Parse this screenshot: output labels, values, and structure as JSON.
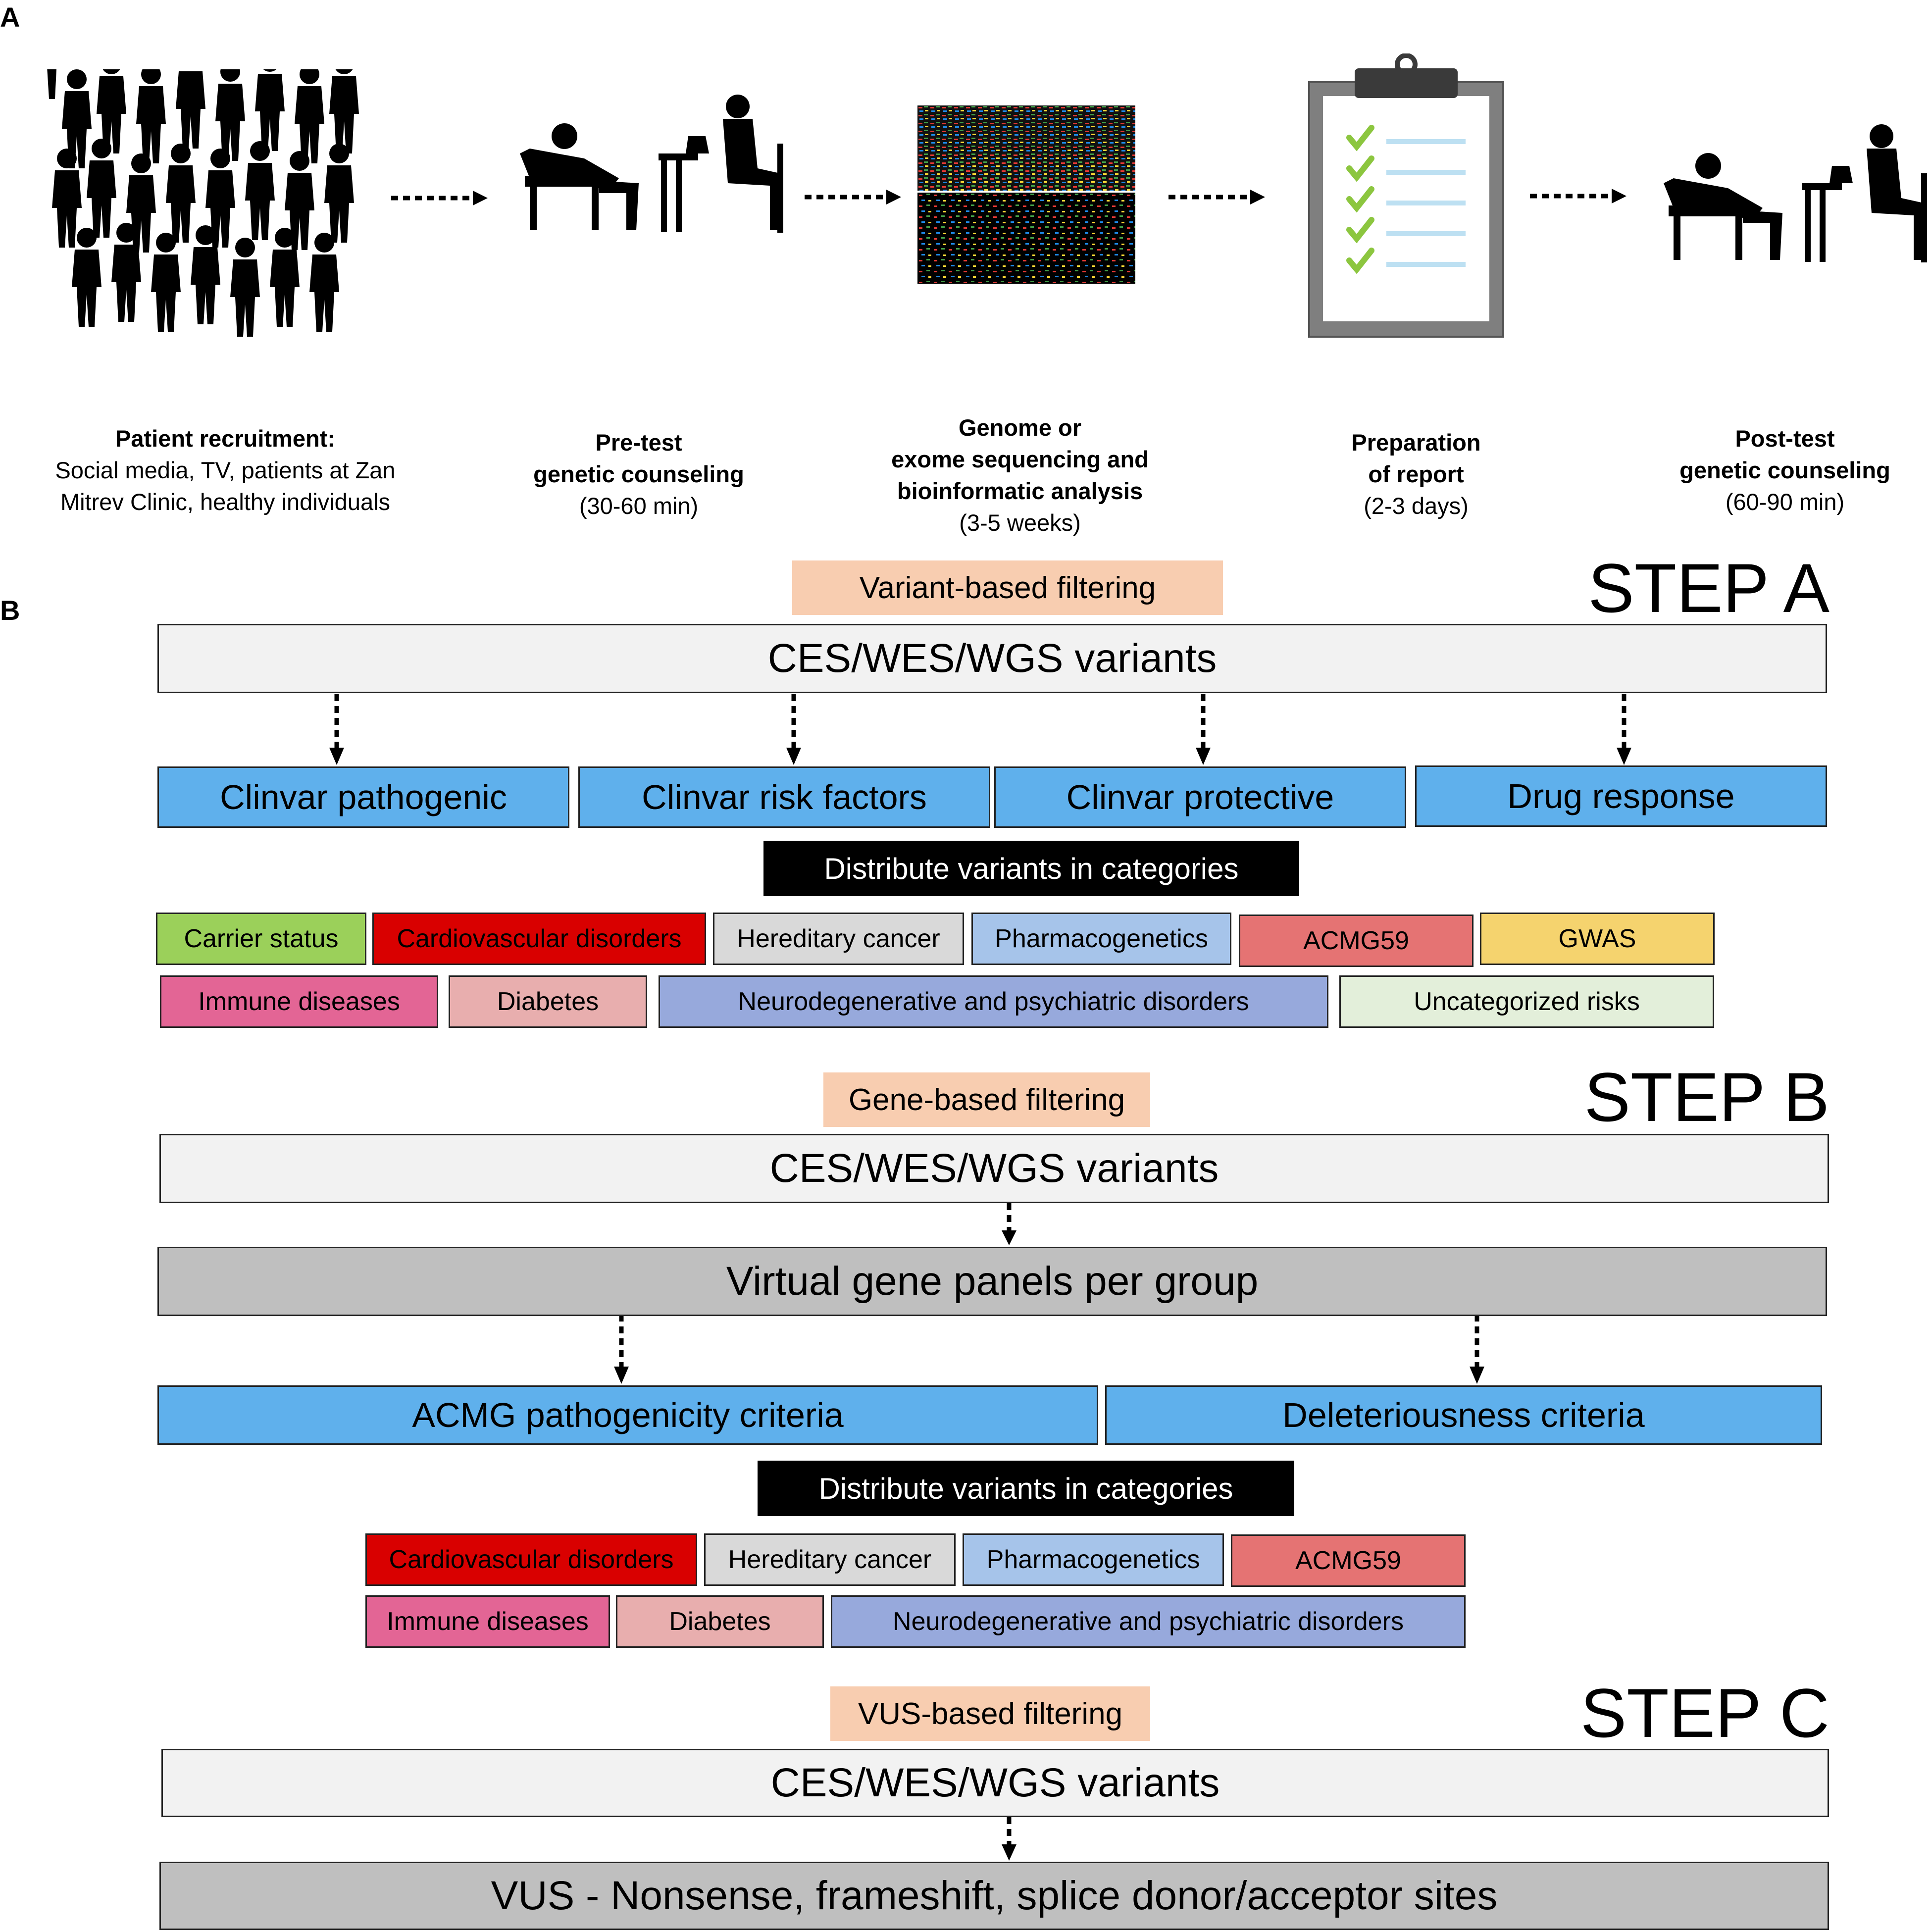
{
  "panel_a": {
    "letter": "A",
    "stages": [
      {
        "title": "Patient recruitment:",
        "detail": "Social media, TV, patients at Zan\nMitrev Clinic, healthy individuals"
      },
      {
        "title": "Pre-test\ngenetic counseling",
        "detail": "(30-60 min)"
      },
      {
        "title": "Genome or\nexome sequencing and\nbioinformatic analysis",
        "detail": "(3-5 weeks)"
      },
      {
        "title": "Preparation\nof report",
        "detail": "(2-3 days)"
      },
      {
        "title": "Post-test\ngenetic counseling",
        "detail": "(60-90 min)"
      }
    ]
  },
  "panel_b": {
    "letter": "B",
    "step_a": {
      "step_label": "STEP A",
      "filter_label": "Variant-based filtering",
      "source": "CES/WES/WGS variants",
      "sources": [
        "Clinvar pathogenic",
        "Clinvar risk factors",
        "Clinvar protective",
        "Drug response"
      ],
      "distribute": "Distribute variants in categories",
      "categories": [
        {
          "label": "Carrier status",
          "color": "#9bd05a"
        },
        {
          "label": "Cardiovascular disorders",
          "color": "#d90000"
        },
        {
          "label": "Hereditary cancer",
          "color": "#d9d9d9"
        },
        {
          "label": "Pharmacogenetics",
          "color": "#a6c4ea"
        },
        {
          "label": "ACMG59",
          "color": "#e57373"
        },
        {
          "label": "GWAS",
          "color": "#f5d36e"
        },
        {
          "label": "Immune diseases",
          "color": "#e36595"
        },
        {
          "label": "Diabetes",
          "color": "#e8aeae"
        },
        {
          "label": "Neurodegenerative and psychiatric disorders",
          "color": "#97a9dc"
        },
        {
          "label": "Uncategorized risks",
          "color": "#e3efda"
        }
      ]
    },
    "step_b": {
      "step_label": "STEP B",
      "filter_label": "Gene-based filtering",
      "source": "CES/WES/WGS variants",
      "panels": "Virtual gene panels per group",
      "criteria": [
        "ACMG pathogenicity criteria",
        "Deleteriousness criteria"
      ],
      "distribute": "Distribute variants in categories",
      "categories": [
        {
          "label": "Cardiovascular disorders",
          "color": "#d90000"
        },
        {
          "label": "Hereditary cancer",
          "color": "#d9d9d9"
        },
        {
          "label": "Pharmacogenetics",
          "color": "#a6c4ea"
        },
        {
          "label": "ACMG59",
          "color": "#e57373"
        },
        {
          "label": "Immune diseases",
          "color": "#e36595"
        },
        {
          "label": "Diabetes",
          "color": "#e8aeae"
        },
        {
          "label": "Neurodegenerative and psychiatric disorders",
          "color": "#97a9dc"
        }
      ]
    },
    "step_c": {
      "step_label": "STEP C",
      "filter_label": "VUS-based filtering",
      "source": "CES/WES/WGS variants",
      "vus": "VUS - Nonsense, frameshift, splice donor/acceptor sites"
    }
  }
}
